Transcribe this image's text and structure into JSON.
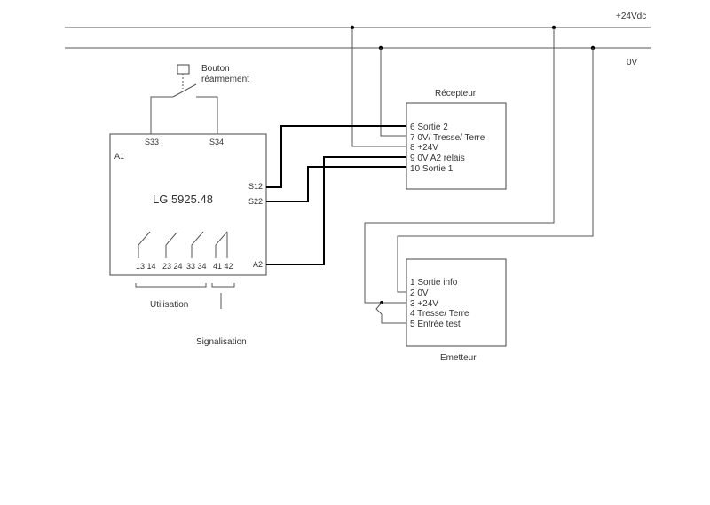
{
  "rails": {
    "plus24": "+24Vdc",
    "zero": "0V"
  },
  "reset_button": {
    "line1": "Bouton",
    "line2": "réarmement"
  },
  "relay": {
    "a1": "A1",
    "model": "LG 5925.48",
    "s33": "S33",
    "s34": "S34",
    "s12": "S12",
    "s22": "S22",
    "a2": "A2",
    "contacts": [
      "13 14",
      "23 24",
      "33 34",
      "41 42"
    ]
  },
  "groups": {
    "usage": "Utilisation",
    "signal": "Signalisation"
  },
  "receiver": {
    "title": "Récepteur",
    "terminals": [
      "6 Sortie 2",
      "7 0V/ Tresse/ Terre",
      "8 +24V",
      "9 0V A2 relais",
      "10 Sortie 1"
    ]
  },
  "emitter": {
    "title": "Emetteur",
    "terminals": [
      "1 Sortie info",
      "2 0V",
      "3 +24V",
      "4 Tresse/ Terre",
      "5 Entrée test"
    ]
  }
}
